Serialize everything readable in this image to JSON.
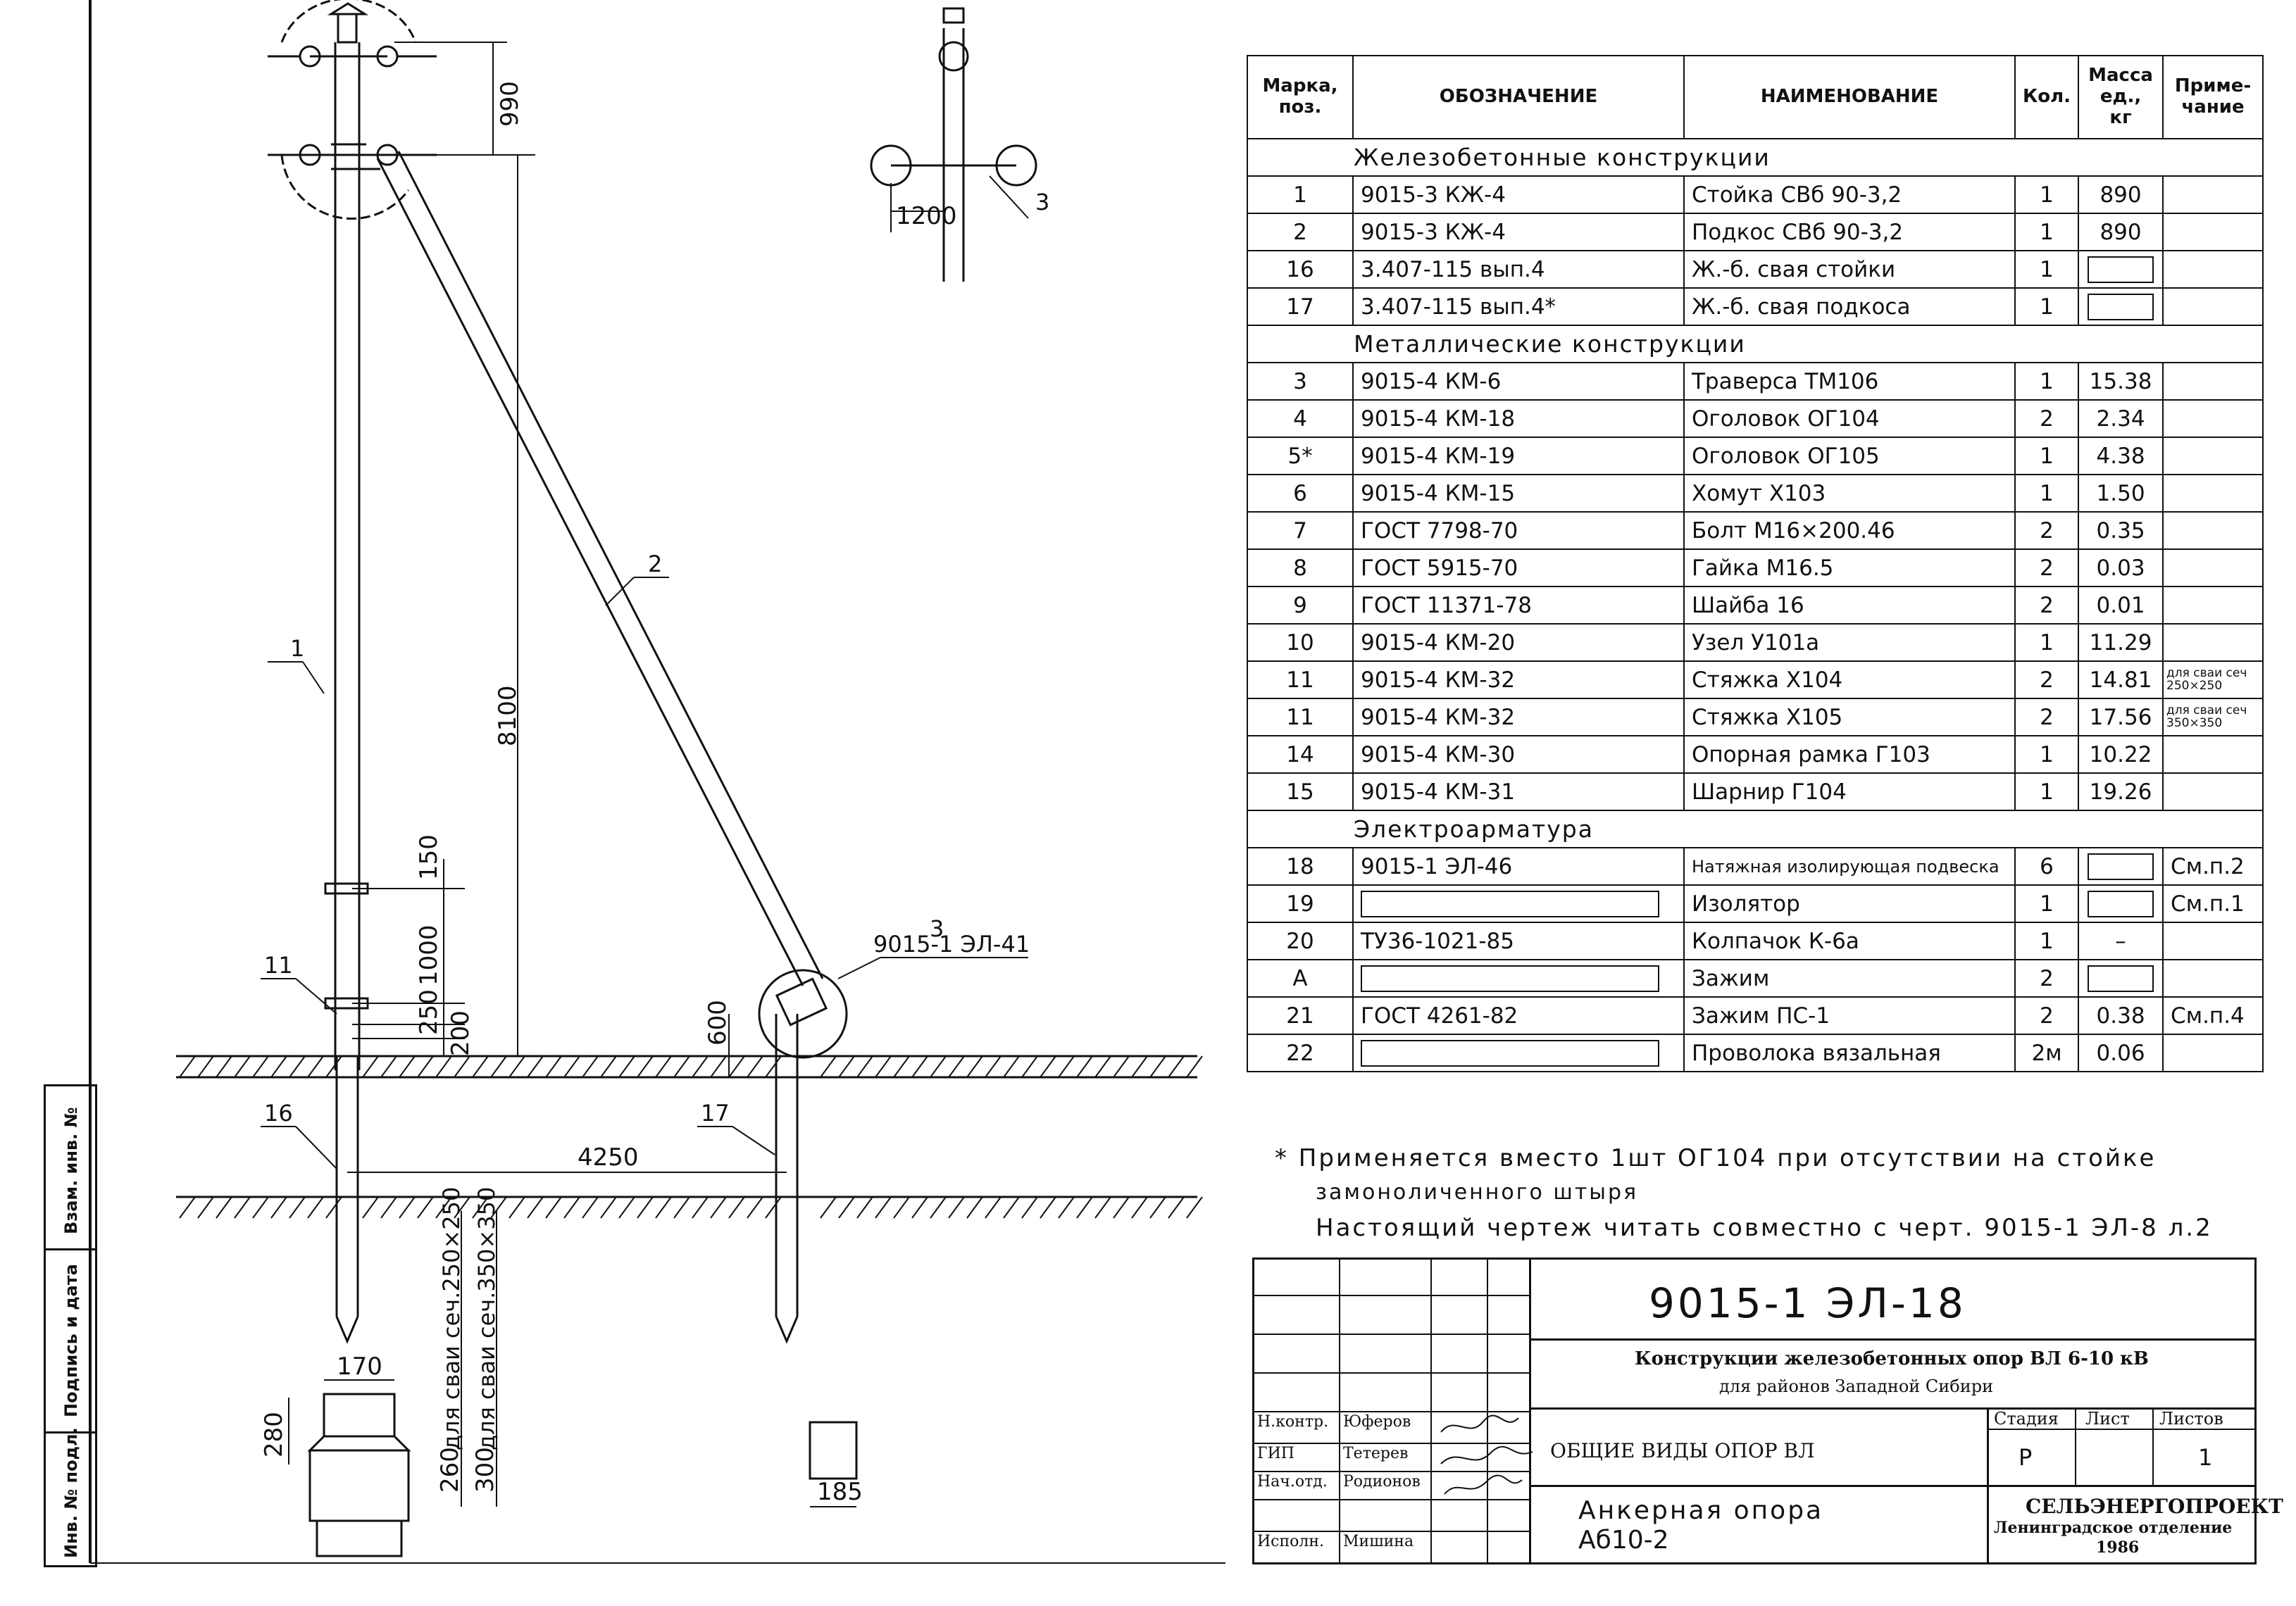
{
  "drawing": {
    "dims": {
      "d990": "990",
      "d1200": "1200",
      "d8100": "8100",
      "d150": "150",
      "d1000": "1000",
      "d250": "250",
      "d200": "200",
      "d600": "600",
      "d4250": "4250",
      "d170": "170",
      "d280": "280",
      "d260": "260",
      "d300": "300",
      "d185": "185"
    },
    "pile_labels": {
      "sec1": "для сваи сеч.250×250",
      "sec2": "для сваи сеч.350×350"
    },
    "callouts": {
      "p1": "1",
      "p2": "2",
      "p3": "3",
      "p3b": "3",
      "p11": "11",
      "p16": "16",
      "p17": "17",
      "ref": "9015-1 ЭЛ-41"
    }
  },
  "spec_table": {
    "headers": {
      "mark": "Марка, поз.",
      "designation": "ОБОЗНАЧЕНИЕ",
      "name": "НАИМЕНОВАНИЕ",
      "qty": "Кол.",
      "mass": "Масса ед., кг",
      "note": "Приме-чание"
    },
    "sections": {
      "s1": "Железобетонные конструкции",
      "s2": "Металлические конструкции",
      "s3": "Электроарматура"
    },
    "rows": [
      {
        "mark": "1",
        "des": "9015-3 КЖ-4",
        "name": "Стойка СВб 90-3,2",
        "qty": "1",
        "mass": "890",
        "note": ""
      },
      {
        "mark": "2",
        "des": "9015-3 КЖ-4",
        "name": "Подкос СВб 90-3,2",
        "qty": "1",
        "mass": "890",
        "note": ""
      },
      {
        "mark": "16",
        "des": "3.407-115 вып.4",
        "name": "Ж.-б. свая стойки",
        "qty": "1",
        "mass": "",
        "note": ""
      },
      {
        "mark": "17",
        "des": "3.407-115 вып.4*",
        "name": "Ж.-б. свая подкоса",
        "qty": "1",
        "mass": "",
        "note": ""
      },
      {
        "mark": "3",
        "des": "9015-4 КМ-6",
        "name": "Траверса ТМ106",
        "qty": "1",
        "mass": "15.38",
        "note": ""
      },
      {
        "mark": "4",
        "des": "9015-4 КМ-18",
        "name": "Оголовок ОГ104",
        "qty": "2",
        "mass": "2.34",
        "note": ""
      },
      {
        "mark": "5*",
        "des": "9015-4 КМ-19",
        "name": "Оголовок ОГ105",
        "qty": "1",
        "mass": "4.38",
        "note": ""
      },
      {
        "mark": "6",
        "des": "9015-4 КМ-15",
        "name": "Хомут Х103",
        "qty": "1",
        "mass": "1.50",
        "note": ""
      },
      {
        "mark": "7",
        "des": "ГОСТ 7798-70",
        "name": "Болт М16×200.46",
        "qty": "2",
        "mass": "0.35",
        "note": ""
      },
      {
        "mark": "8",
        "des": "ГОСТ 5915-70",
        "name": "Гайка М16.5",
        "qty": "2",
        "mass": "0.03",
        "note": ""
      },
      {
        "mark": "9",
        "des": "ГОСТ 11371-78",
        "name": "Шайба 16",
        "qty": "2",
        "mass": "0.01",
        "note": ""
      },
      {
        "mark": "10",
        "des": "9015-4 КМ-20",
        "name": "Узел У101а",
        "qty": "1",
        "mass": "11.29",
        "note": ""
      },
      {
        "mark": "11",
        "des": "9015-4 КМ-32",
        "name": "Стяжка Х104",
        "qty": "2",
        "mass": "14.81",
        "note": "для сваи сеч 250×250"
      },
      {
        "mark": "11",
        "des": "9015-4 КМ-32",
        "name": "Стяжка Х105",
        "qty": "2",
        "mass": "17.56",
        "note": "для сваи сеч 350×350"
      },
      {
        "mark": "14",
        "des": "9015-4 КМ-30",
        "name": "Опорная рамка Г103",
        "qty": "1",
        "mass": "10.22",
        "note": ""
      },
      {
        "mark": "15",
        "des": "9015-4 КМ-31",
        "name": "Шарнир Г104",
        "qty": "1",
        "mass": "19.26",
        "note": ""
      },
      {
        "mark": "18",
        "des": "9015-1 ЭЛ-46",
        "name": "Натяжная изолирующая подвеска",
        "qty": "6",
        "mass": "",
        "note": "См.п.2"
      },
      {
        "mark": "19",
        "des": "",
        "name": "Изолятор",
        "qty": "1",
        "mass": "",
        "note": "См.п.1"
      },
      {
        "mark": "20",
        "des": "ТУ36-1021-85",
        "name": "Колпачок К-6а",
        "qty": "1",
        "mass": "–",
        "note": ""
      },
      {
        "mark": "А",
        "des": "",
        "name": "Зажим",
        "qty": "2",
        "mass": "",
        "note": ""
      },
      {
        "mark": "21",
        "des": "ГОСТ 4261-82",
        "name": "Зажим ПС-1",
        "qty": "2",
        "mass": "0.38",
        "note": "См.п.4"
      },
      {
        "mark": "22",
        "des": "",
        "name": "Проволока вязальная",
        "qty": "2м",
        "mass": "0.06",
        "note": ""
      }
    ]
  },
  "notes": {
    "n1": "* Применяется вместо 1шт ОГ104 при отсутствии на стойке",
    "n2": "замоноличенного штыря",
    "n3": "Настоящий чертеж читать совместно с черт. 9015-1 ЭЛ-8 л.2"
  },
  "title_block": {
    "doc_number": "9015-1 ЭЛ-18",
    "project_title": "Конструкции железобетонных опор ВЛ 6-10 кВ",
    "project_subtitle": "для районов Западной Сибири",
    "sheet_title": "ОБЩИЕ ВИДЫ ОПОР ВЛ",
    "part_title": "Анкерная опора",
    "part_code": "Аб10-2",
    "stage_label": "Стадия",
    "sheet_label": "Лист",
    "sheets_label": "Листов",
    "stage_value": "Р",
    "sheets_value": "1",
    "org_name": "СЕЛЬЭНЕРГОПРОЕКТ",
    "org_branch": "Ленинградское отделение",
    "year": "1986",
    "roles": [
      {
        "role": "Н.контр.",
        "person": "Юферов"
      },
      {
        "role": "ГИП",
        "person": "Тетерев"
      },
      {
        "role": "Нач.отд.",
        "person": "Родионов"
      },
      {
        "role": "Исполн.",
        "person": "Мишина"
      }
    ]
  },
  "side_strip": {
    "inv_orig": "Инв. № подл.",
    "sign_date": "Подпись и дата",
    "inv_repl": "Взам. инв. №"
  }
}
